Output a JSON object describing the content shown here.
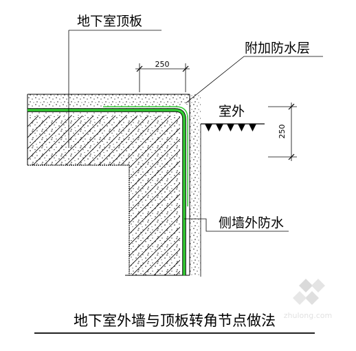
{
  "labels": {
    "roof_slab": "地下室顶板",
    "extra_waterproof": "附加防水层",
    "outdoor": "室外",
    "side_wall_waterproof": "侧墙外防水"
  },
  "dimensions": {
    "horizontal": "250",
    "vertical": "250"
  },
  "title": "地下室外墙与顶板转角节点做法",
  "watermark": "zhulong.com",
  "colors": {
    "waterproof_membrane": "#33cc33",
    "line": "#000000"
  }
}
